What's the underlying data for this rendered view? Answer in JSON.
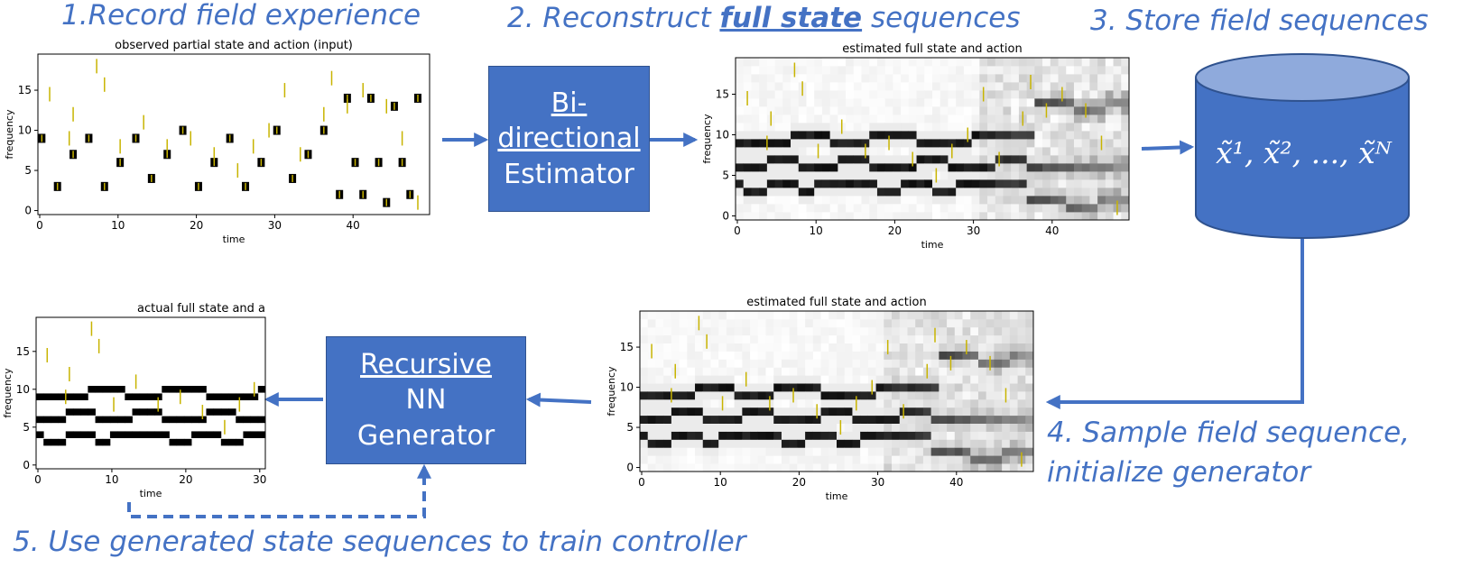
{
  "steps": {
    "s1": "1.Record field experience",
    "s2_pre": "2. Reconstruct ",
    "s2_em": "full state",
    "s2_post": " sequences",
    "s3": "3. Store field sequences",
    "s4_line1": "4. Sample field sequence,",
    "s4_line2": "initialize generator",
    "s5": "5. Use generated state sequences to train controller"
  },
  "boxes": {
    "estimator": [
      "Bi-",
      "directional",
      "Estimator"
    ],
    "generator": [
      "Recursive",
      "NN",
      "Generator"
    ]
  },
  "database_label": "x̃¹, x̃², ..., x̃ᴺ",
  "colors": {
    "accent": "#4472c4",
    "accent_dark": "#2f528f",
    "cylinder_top": "#8faadc",
    "marker": "#c8b400"
  },
  "plots": {
    "observed": {
      "title": "observed partial state and action (input)",
      "xlabel": "time",
      "ylabel": "frequency",
      "xticks": [
        "0",
        "10",
        "20",
        "30",
        "40"
      ],
      "yticks": [
        "0",
        "5",
        "10",
        "15"
      ]
    },
    "estimated_top": {
      "title": "estimated full state and action",
      "xlabel": "time",
      "ylabel": "frequency",
      "xticks": [
        "0",
        "10",
        "20",
        "30",
        "40"
      ],
      "yticks": [
        "0",
        "5",
        "10",
        "15"
      ]
    },
    "estimated_bottom": {
      "title": "estimated full state and action",
      "xlabel": "time",
      "ylabel": "frequency",
      "xticks": [
        "0",
        "10",
        "20",
        "30",
        "40"
      ],
      "yticks": [
        "0",
        "5",
        "10",
        "15"
      ]
    },
    "actual": {
      "title": "actual full state and a",
      "xlabel": "time",
      "ylabel": "frequency",
      "xticks": [
        "0",
        "10",
        "20",
        "30"
      ],
      "yticks": [
        "0",
        "5",
        "10",
        "15"
      ]
    }
  }
}
